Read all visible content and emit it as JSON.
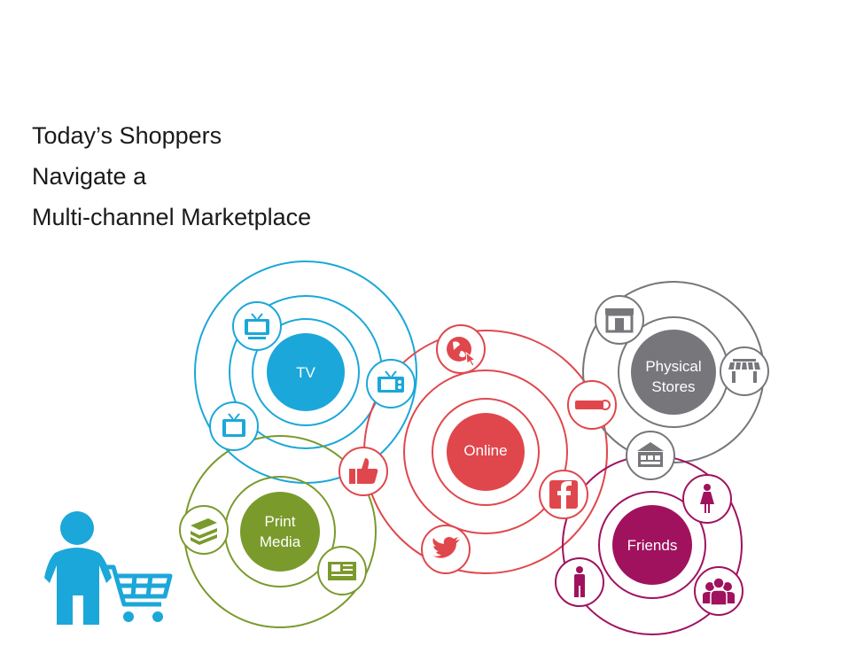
{
  "title": {
    "line1": "Today’s Shoppers",
    "line2": "Navigate a",
    "line3": "Multi-channel Marketplace"
  },
  "channels": {
    "tv": {
      "label": "TV",
      "color": "#1ba7d9"
    },
    "print": {
      "label_line1": "Print",
      "label_line2": "Media",
      "color": "#7a9a2c"
    },
    "online": {
      "label": "Online",
      "color": "#e0474c"
    },
    "stores": {
      "label_line1": "Physical",
      "label_line2": "Stores",
      "color": "#77777b"
    },
    "friends": {
      "label": "Friends",
      "color": "#a0125e"
    }
  },
  "shopper_color": "#1ba7d9",
  "icons": [
    "tv-icon",
    "book-stack-icon",
    "newspaper-icon",
    "thumbs-up-icon",
    "globe-cursor-icon",
    "banner-icon",
    "facebook-icon",
    "twitter-icon",
    "storefront-icon",
    "awning-store-icon",
    "woman-icon",
    "man-icon",
    "group-icon",
    "shopper-icon",
    "shopping-cart-icon"
  ]
}
